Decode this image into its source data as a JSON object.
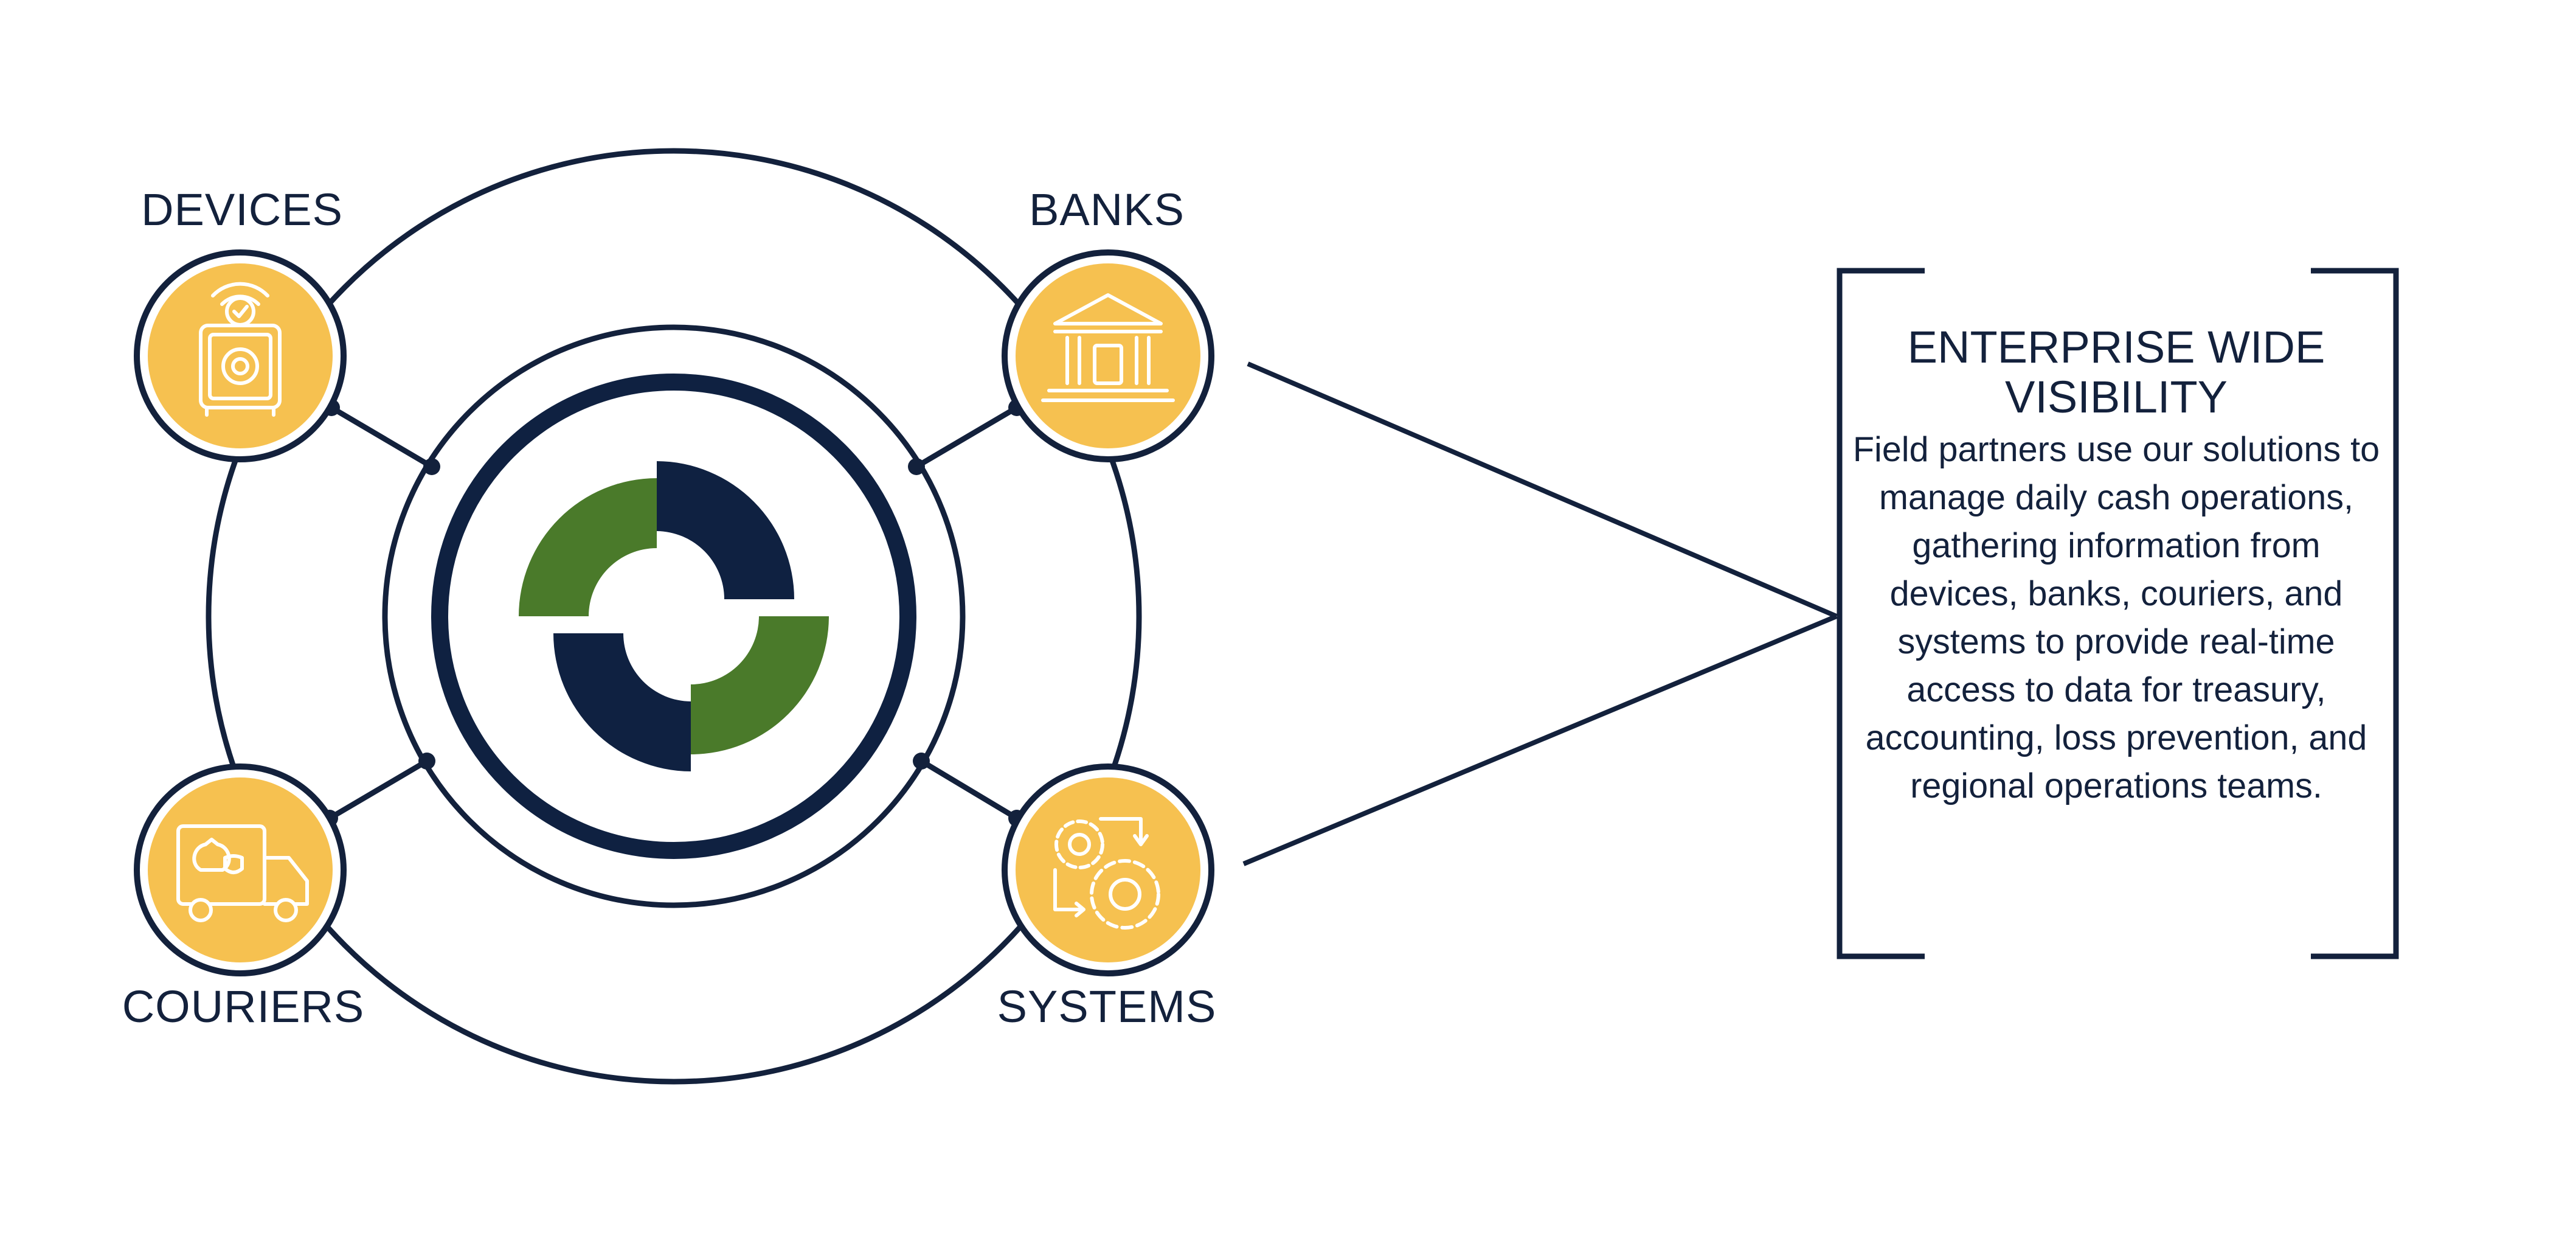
{
  "nodes": {
    "devices": {
      "label": "DEVICES",
      "icon": "safe-icon"
    },
    "banks": {
      "label": "BANKS",
      "icon": "bank-icon"
    },
    "couriers": {
      "label": "COURIERS",
      "icon": "truck-icon"
    },
    "systems": {
      "label": "SYSTEMS",
      "icon": "gears-icon"
    }
  },
  "panel": {
    "title": "ENTERPRISE WIDE VISIBILITY",
    "body": "Field partners use our solutions to manage daily cash operations, gathering information from devices, banks, couriers, and systems to provide real-time access to data for treasury, accounting, loss prevention, and regional operations teams."
  },
  "colors": {
    "navy": "#13213c",
    "gold": "#f6c150",
    "green": "#4a7a2a",
    "logo_navy": "#0f2141"
  }
}
